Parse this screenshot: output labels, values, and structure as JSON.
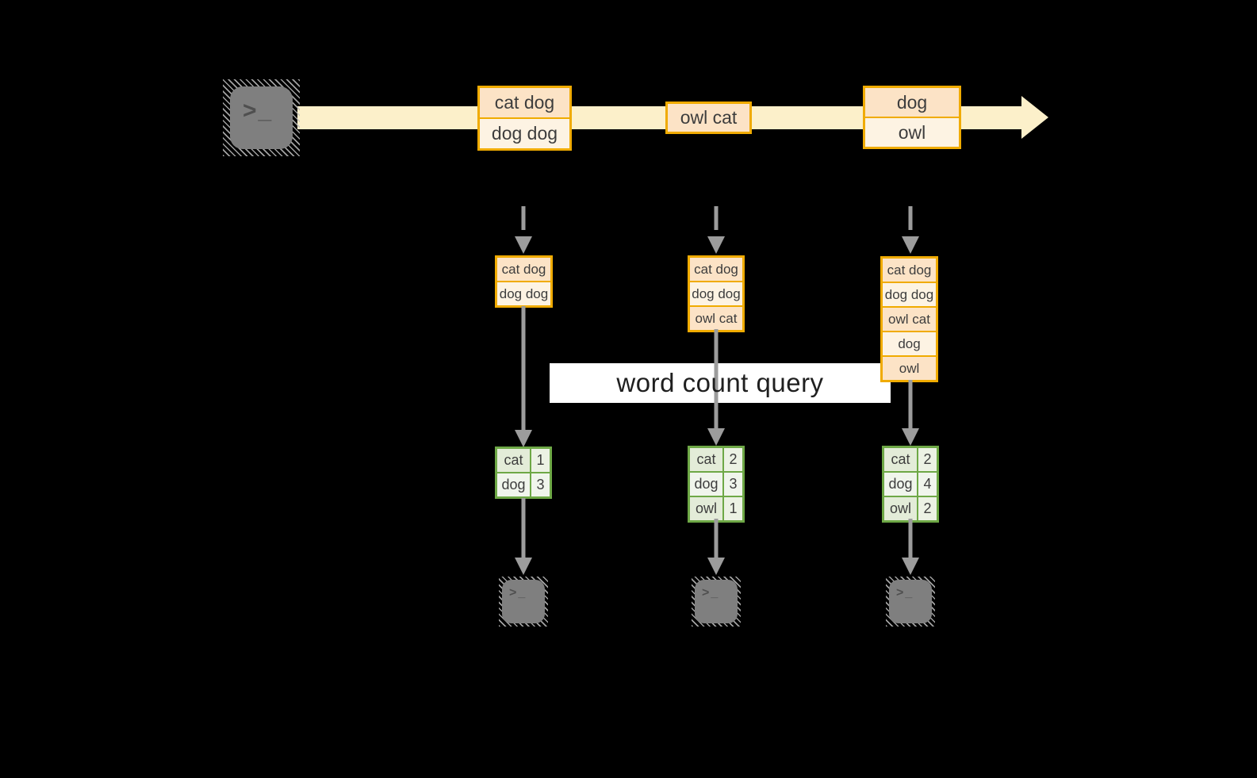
{
  "label": {
    "text": "word count query"
  },
  "icons": {
    "source": "terminal-prompt-icon",
    "sinks": [
      "terminal-prompt-icon",
      "terminal-prompt-icon",
      "terminal-prompt-icon"
    ],
    "glyph": ">_"
  },
  "stream": {
    "messages": [
      {
        "cells": [
          "cat dog",
          "dog dog"
        ]
      },
      {
        "cells": [
          "owl cat"
        ]
      },
      {
        "cells": [
          "dog",
          "owl"
        ]
      }
    ]
  },
  "columns": [
    {
      "state": [
        "cat dog",
        "dog dog"
      ],
      "counts": [
        {
          "word": "cat",
          "count": "1"
        },
        {
          "word": "dog",
          "count": "3"
        }
      ]
    },
    {
      "state": [
        "cat dog",
        "dog dog",
        "owl cat"
      ],
      "counts": [
        {
          "word": "cat",
          "count": "2"
        },
        {
          "word": "dog",
          "count": "3"
        },
        {
          "word": "owl",
          "count": "1"
        }
      ]
    },
    {
      "state": [
        "cat dog",
        "dog dog",
        "owl cat",
        "dog",
        "owl"
      ],
      "counts": [
        {
          "word": "cat",
          "count": "2"
        },
        {
          "word": "dog",
          "count": "4"
        },
        {
          "word": "owl",
          "count": "2"
        }
      ]
    }
  ],
  "colors": {
    "background": "#000000",
    "stream_band": "#fcf0ca",
    "orange_border": "#f0ab00",
    "cell_peach": "#fce3c6",
    "cell_cream": "#fdf3e3",
    "green_border": "#6ea846",
    "green_cell": "#e3ecd8",
    "green_cell_light": "#f0f5ec",
    "green_num": "#ecf2e4",
    "arrow_gray": "#9c9c9c",
    "terminal_gray": "#7f7f7f",
    "terminal_glyph": "#4f4f4f",
    "text_dark": "#3d3d3d",
    "label_bg": "#ffffff",
    "label_text": "#1f1f1f"
  }
}
